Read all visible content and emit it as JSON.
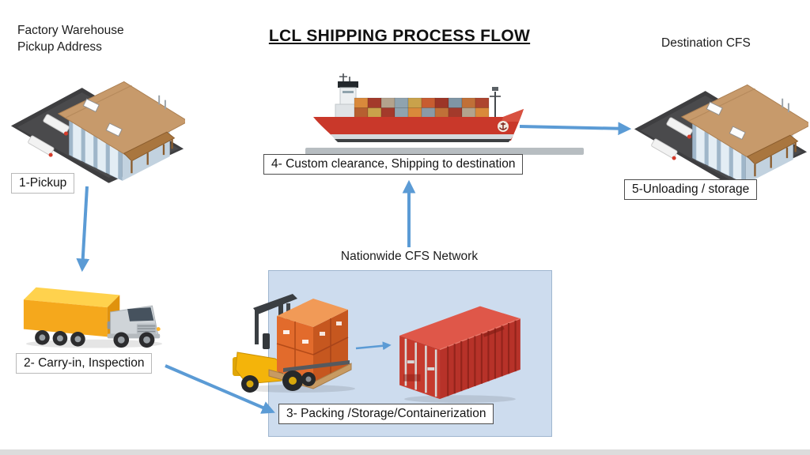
{
  "title": "LCL SHIPPING PROCESS FLOW",
  "annotations": {
    "factory_line1": "Factory Warehouse",
    "factory_line2": "Pickup Address",
    "destination_cfs": "Destination CFS",
    "cfs_network": "Nationwide CFS Network"
  },
  "steps": [
    {
      "label": "1-Pickup"
    },
    {
      "label": "2- Carry-in, Inspection"
    },
    {
      "label": "3- Packing /Storage/Containerization"
    },
    {
      "label": "4- Custom clearance, Shipping to destination"
    },
    {
      "label": "5-Unloading / storage"
    }
  ],
  "icons": {
    "pickup_site": "warehouse-icon",
    "carry_in": "truck-icon",
    "packing": "forklift-icon",
    "containerization": "container-icon",
    "shipping": "cargo-ship-icon",
    "destination_site": "warehouse-icon"
  },
  "arrows": [
    {
      "from": "factory-warehouse",
      "to": "truck"
    },
    {
      "from": "step-2-box",
      "to": "step-3-box"
    },
    {
      "from": "forklift",
      "to": "container"
    },
    {
      "from": "cfs-network",
      "to": "step-4-box"
    },
    {
      "from": "ship",
      "to": "destination-warehouse"
    }
  ],
  "colors": {
    "arrow": "#5b9bd5",
    "cfs_box_fill": "#cddcee",
    "cfs_box_border": "#9fb6cf",
    "step_box_border_dark": "#4d4d4d",
    "step_box_border_light": "#b9b9b9",
    "ship_hull": "#c9382a",
    "container_red": "#c53a2d",
    "truck_cargo": "#f5a81c",
    "forklift_yellow": "#f4b40a"
  }
}
